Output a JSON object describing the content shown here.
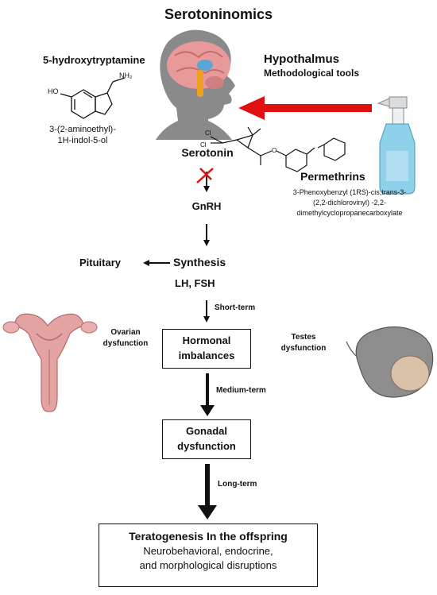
{
  "title": "Serotoninomics",
  "molecule": {
    "name": "5-hydroxytryptamine",
    "iupac_line1": "3-(2-aminoethyl)-",
    "iupac_line2": "1H-indol-5-ol",
    "atom_nh2": "NH₂",
    "atom_ho": "HO"
  },
  "hypothalamus": {
    "title": "Hypothalmus",
    "subtitle": "Methodological tools"
  },
  "serotonin": "Serotonin",
  "permethrins": {
    "name": "Permethrins",
    "desc_line1": "3-Phenoxybenzyl (1RS)-cis,trans-3-",
    "desc_line2": "(2,2-dichlorovinyl) -2,2-",
    "desc_line3": "dimethylcyclopropanecarboxylate",
    "atom_cl1": "Cl",
    "atom_cl2": "Cl",
    "atom_o": "O"
  },
  "flow": {
    "gnrh": "GnRH",
    "pituitary": "Pituitary",
    "synthesis": "Synthesis",
    "lh_fsh": "LH, FSH",
    "short_term": "Short-term",
    "medium_term": "Medium-term",
    "long_term": "Long-term"
  },
  "ovarian": {
    "line1": "Ovarian",
    "line2": "dysfunction"
  },
  "testes": {
    "line1": "Testes",
    "line2": "dysfunction"
  },
  "hormonal_box": {
    "line1": "Hormonal",
    "line2": "imbalances"
  },
  "gonadal_box": {
    "line1": "Gonadal",
    "line2": "dysfunction"
  },
  "terato_box": {
    "title": "Teratogenesis In the offspring",
    "line1": "Neurobehavioral, endocrine,",
    "line2": "and morphological disruptions"
  },
  "colors": {
    "red_arrow": "#e01010",
    "brain": "#e89a9a",
    "head": "#8a8a8a",
    "bottle": "#8fd0ea"
  }
}
